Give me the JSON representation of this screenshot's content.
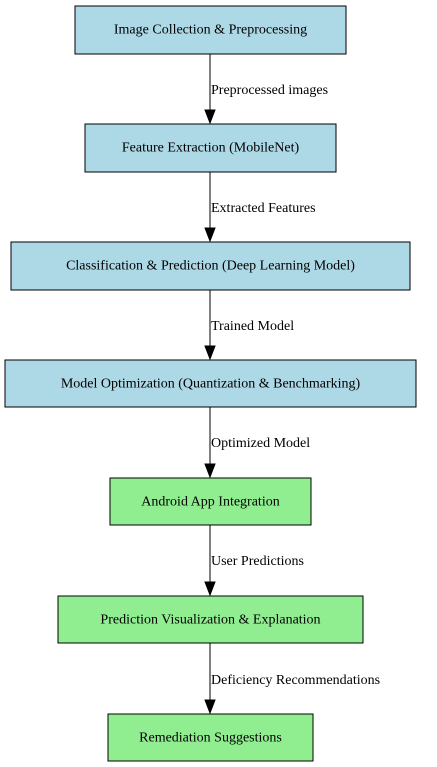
{
  "colors": {
    "stage_fill": "#add8e6",
    "app_fill": "#90ee90",
    "border": "#000000",
    "text": "#000000"
  },
  "nodes": [
    {
      "id": "n0",
      "label": "Image Collection & Preprocessing",
      "fill": "#add8e6"
    },
    {
      "id": "n1",
      "label": "Feature Extraction (MobileNet)",
      "fill": "#add8e6"
    },
    {
      "id": "n2",
      "label": "Classification & Prediction (Deep Learning Model)",
      "fill": "#add8e6"
    },
    {
      "id": "n3",
      "label": "Model Optimization (Quantization & Benchmarking)",
      "fill": "#add8e6"
    },
    {
      "id": "n4",
      "label": "Android App Integration",
      "fill": "#90ee90"
    },
    {
      "id": "n5",
      "label": "Prediction Visualization & Explanation",
      "fill": "#90ee90"
    },
    {
      "id": "n6",
      "label": "Remediation Suggestions",
      "fill": "#90ee90"
    }
  ],
  "edges": [
    {
      "from": "n0",
      "to": "n1",
      "label": "Preprocessed images"
    },
    {
      "from": "n1",
      "to": "n2",
      "label": "Extracted Features"
    },
    {
      "from": "n2",
      "to": "n3",
      "label": "Trained Model"
    },
    {
      "from": "n3",
      "to": "n4",
      "label": "Optimized Model"
    },
    {
      "from": "n4",
      "to": "n5",
      "label": "User Predictions"
    },
    {
      "from": "n5",
      "to": "n6",
      "label": "Deficiency Recommendations"
    }
  ]
}
